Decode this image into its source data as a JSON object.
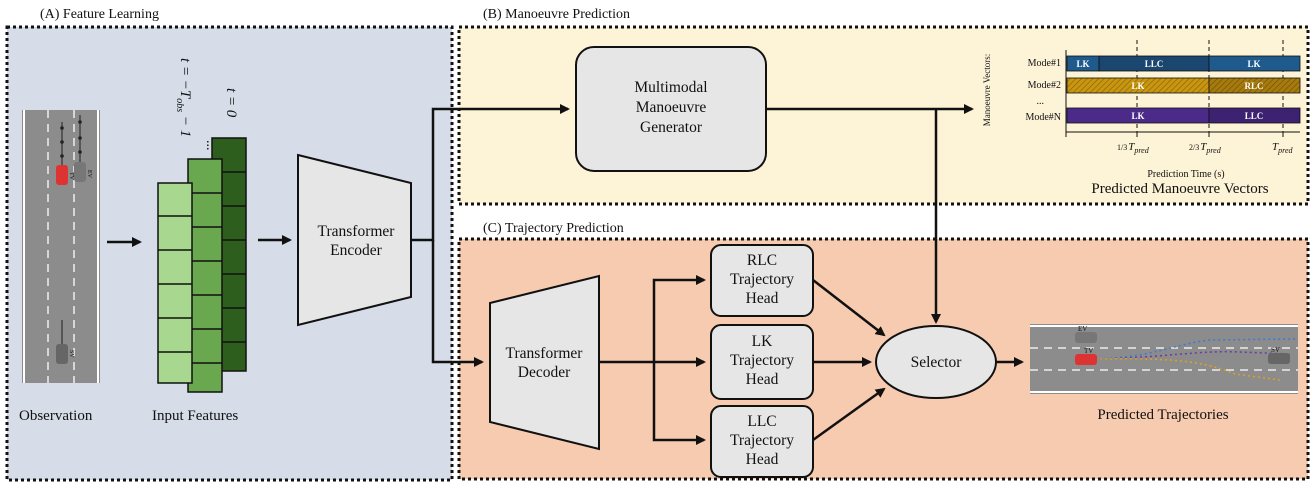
{
  "panels": {
    "a": "(A) Feature Learning",
    "b": "(B) Manoeuvre Prediction",
    "c": "(C) Trajectory Prediction"
  },
  "labels": {
    "observation": "Observation",
    "input_features": "Input Features",
    "predicted_trajectories": "Predicted Trajectories",
    "predicted_manoeuvre_vectors": "Predicted Manoeuvre Vectors",
    "prediction_time": "Prediction Time (s)",
    "manoeuvre_vectors_axis": "Manoeuvre Vectors:"
  },
  "time_labels": {
    "t_obs_prefix": "t = −T",
    "t_obs_sub": "obs",
    "t_obs_suffix": " − 1",
    "t_zero": "t = 0",
    "dots": "..."
  },
  "boxes": {
    "transformer_encoder": [
      "Transformer",
      "Encoder"
    ],
    "transformer_decoder": [
      "Transformer",
      "Decoder"
    ],
    "generator": [
      "Multimodal",
      "Manoeuvre",
      "Generator"
    ],
    "rlc_head": [
      "RLC",
      "Trajectory",
      "Head"
    ],
    "lk_head": [
      "LK",
      "Trajectory",
      "Head"
    ],
    "llc_head": [
      "LLC",
      "Trajectory",
      "Head"
    ],
    "selector": "Selector"
  },
  "vehicle_tags": {
    "tv": "TV",
    "sv": "SV",
    "ev": "EV"
  },
  "manoeuvre_chart": {
    "modes": [
      {
        "name": "Mode#1",
        "segments": [
          "LK",
          "LLC",
          "LK"
        ],
        "color": "#1e5a8c"
      },
      {
        "name": "Mode#2",
        "segments": [
          "LK",
          "RLC"
        ],
        "color": "#c8960f"
      },
      {
        "name": "...",
        "segments": [],
        "color": ""
      },
      {
        "name": "Mode#N",
        "segments": [
          "LK",
          "LLC"
        ],
        "color": "#4b2a8a"
      }
    ],
    "ticks": [
      {
        "frac": "1/3",
        "sym": "T",
        "sub": "pred"
      },
      {
        "frac": "2/3",
        "sym": "T",
        "sub": "pred"
      },
      {
        "frac": "",
        "sym": "T",
        "sub": "pred"
      }
    ]
  },
  "colors": {
    "panel_a": "#d6dde8",
    "panel_b": "#fdf3d6",
    "panel_c": "#f7cbb0",
    "feature_light": "#a8d890",
    "feature_mid": "#6aa84f",
    "feature_dark": "#2e5e1e",
    "box": "#e6e6e6"
  }
}
